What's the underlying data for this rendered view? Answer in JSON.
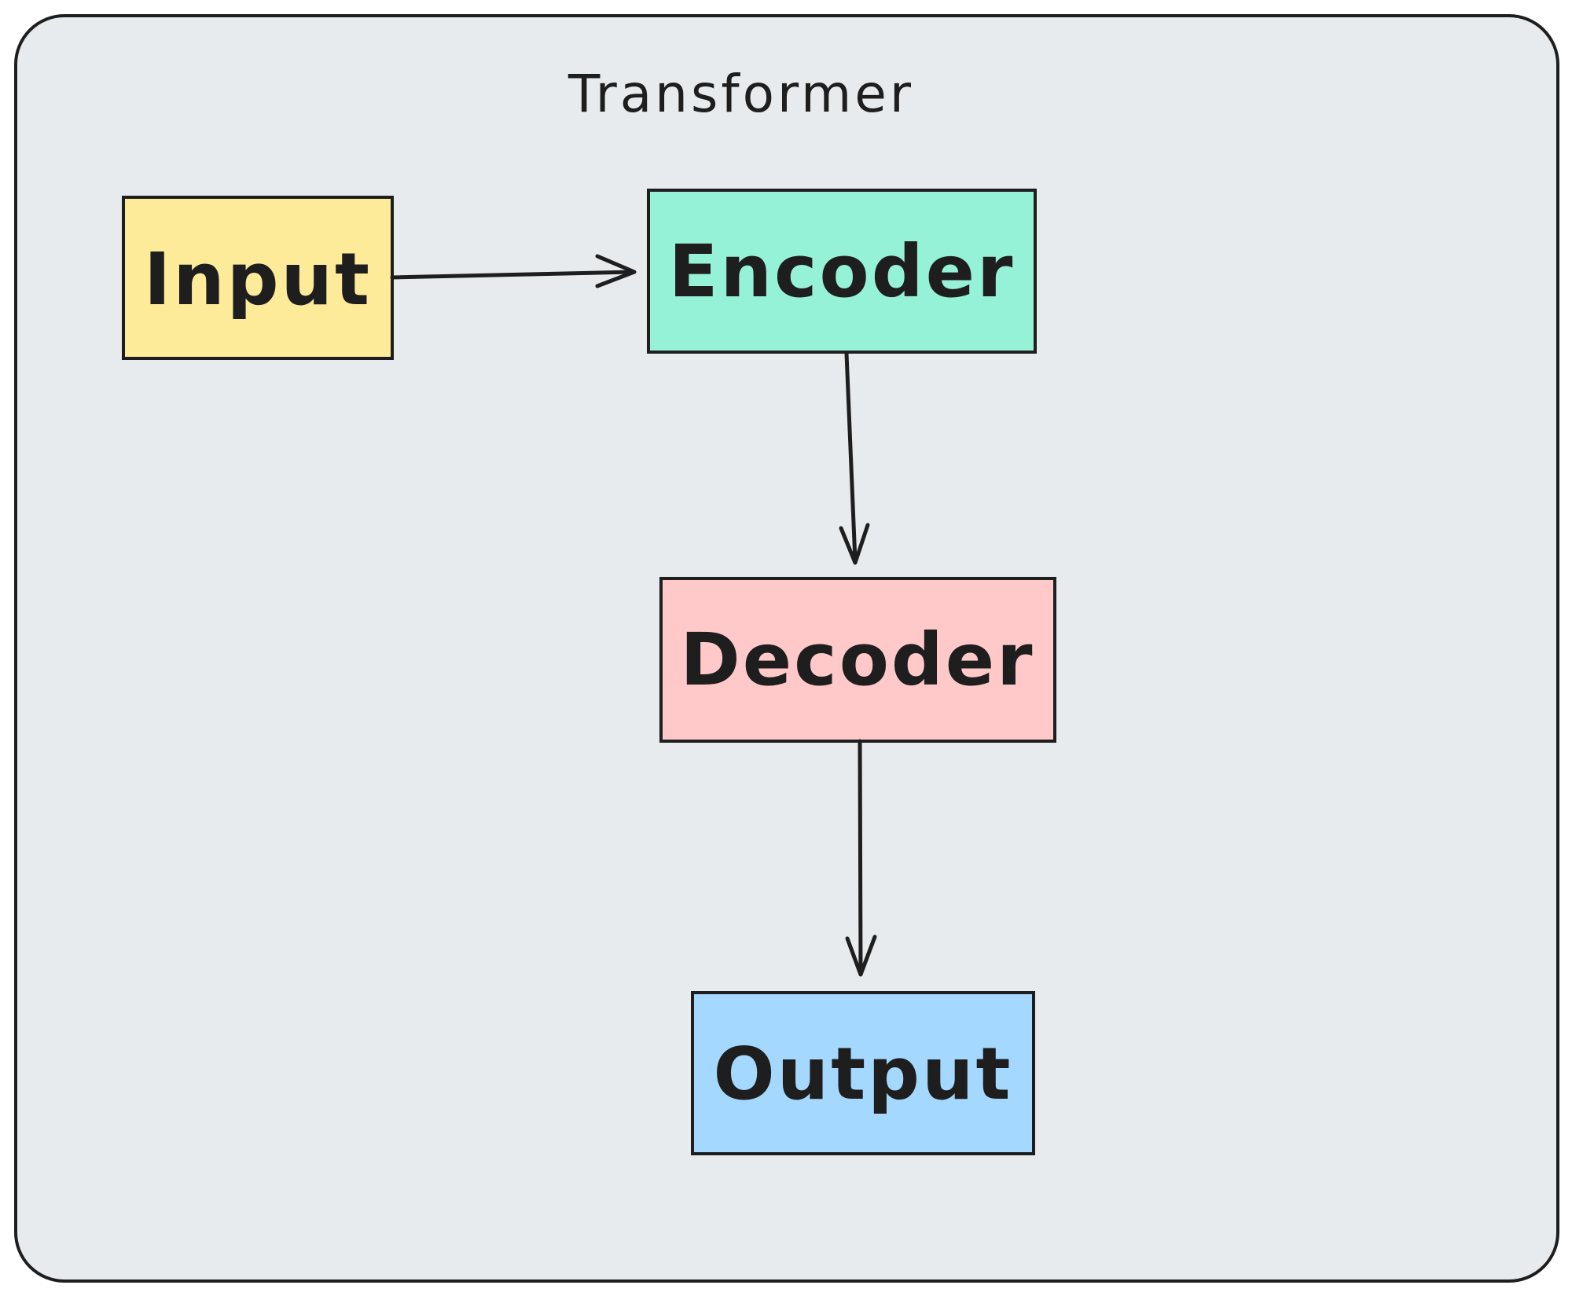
{
  "frame": {
    "title": "Transformer",
    "background": "#e8ebee",
    "border_color": "#1e1e1e"
  },
  "nodes": {
    "input": {
      "label": "Input",
      "fill": "#fdeb9a"
    },
    "encoder": {
      "label": "Encoder",
      "fill": "#96f2d7"
    },
    "decoder": {
      "label": "Decoder",
      "fill": "#ffc9c9"
    },
    "output": {
      "label": "Output",
      "fill": "#a5d8ff"
    }
  },
  "edges": [
    {
      "from": "Input",
      "to": "Encoder"
    },
    {
      "from": "Encoder",
      "to": "Decoder"
    },
    {
      "from": "Decoder",
      "to": "Output"
    }
  ]
}
